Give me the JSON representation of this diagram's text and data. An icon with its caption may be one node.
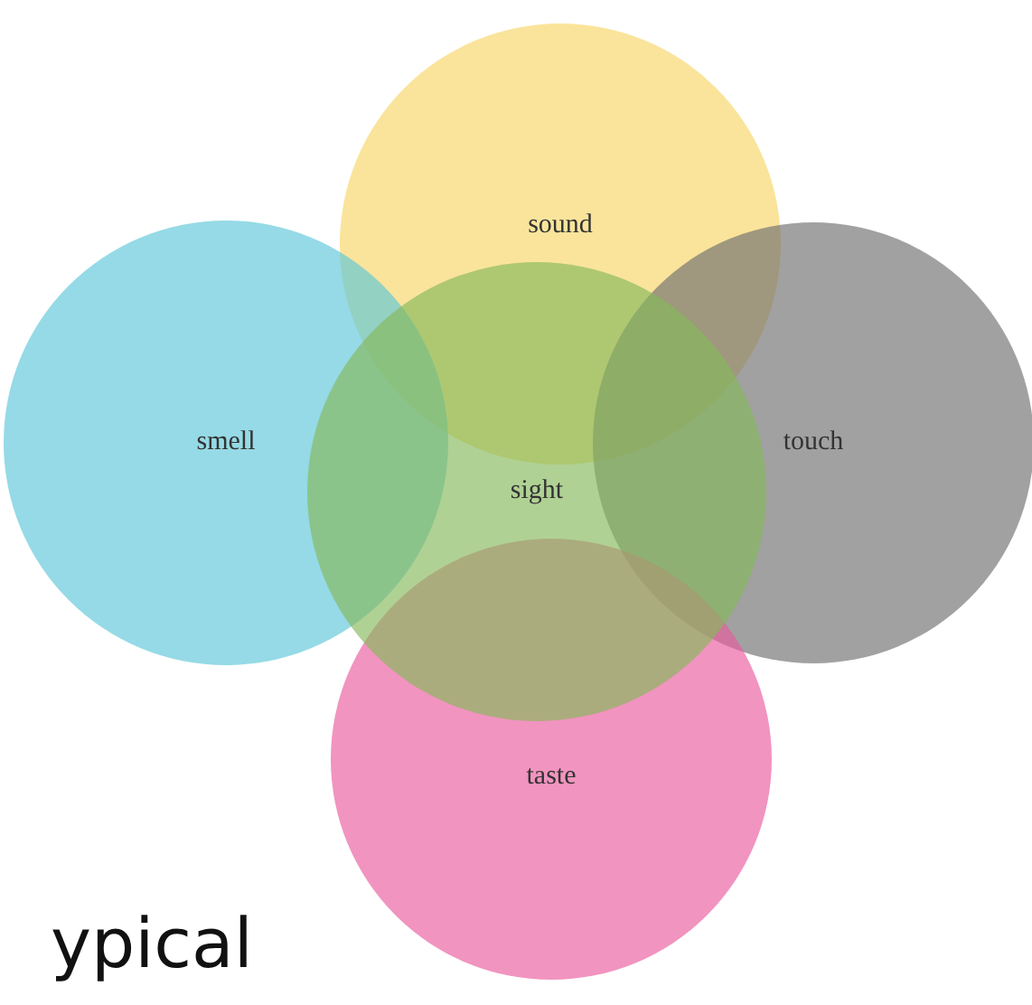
{
  "diagram": {
    "nodes": [
      {
        "text": [
          "sound"
        ]
      },
      {
        "text": [
          "smell"
        ]
      },
      {
        "text": [
          "sight"
        ]
      },
      {
        "text": [
          "touch"
        ]
      },
      {
        "text": [
          "taste"
        ]
      }
    ],
    "labels": [
      "ypical"
    ]
  }
}
